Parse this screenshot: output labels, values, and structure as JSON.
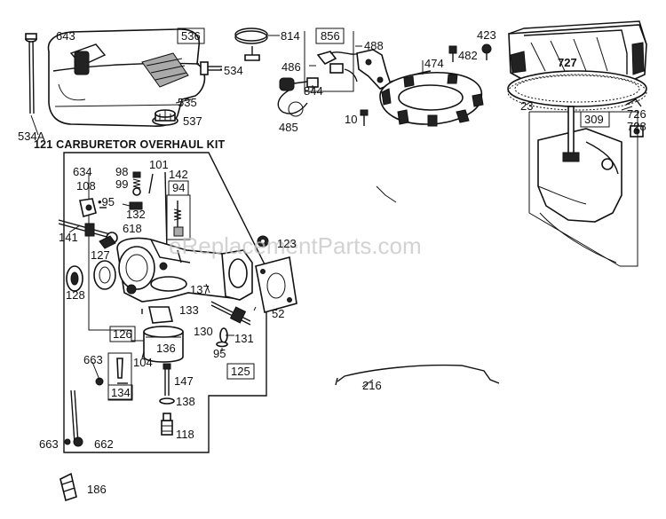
{
  "watermark": "eReplacementParts.com",
  "kit_title": "121 CARBURETOR OVERHAUL KIT",
  "labels": {
    "p643": "643",
    "p536": "536",
    "p814": "814",
    "p856": "856",
    "p488": "488",
    "p423": "423",
    "p482": "482",
    "p534": "534",
    "p486": "486",
    "p474": "474",
    "p727": "727",
    "p535": "535",
    "p844": "844",
    "p23": "23",
    "p726": "726",
    "p537": "537",
    "p10": "10",
    "p485": "485",
    "p309": "309",
    "p728": "728",
    "p534a": "534A",
    "p634": "634",
    "p108": "108",
    "p98": "98",
    "p101": "101",
    "p142": "142",
    "p99": "99",
    "p94": "94",
    "p95a": "•95",
    "p132": "132",
    "p618": "618",
    "p141": "141",
    "p123": "123",
    "p127": "127",
    "p128": "128",
    "p137": "137",
    "p52": "52",
    "p133": "133",
    "p126": "126",
    "p130": "130",
    "p131": "131",
    "p136": "136",
    "p95b": "95",
    "p104": "104",
    "p125": "125",
    "p663a": "663",
    "p134": "134",
    "p147": "147",
    "p216": "216",
    "p138": "138",
    "p118": "118",
    "p663b": "663",
    "p662": "662",
    "p186": "186"
  },
  "colors": {
    "ink": "#111111",
    "paper": "#ffffff",
    "watermark": "#c4c4c4"
  }
}
